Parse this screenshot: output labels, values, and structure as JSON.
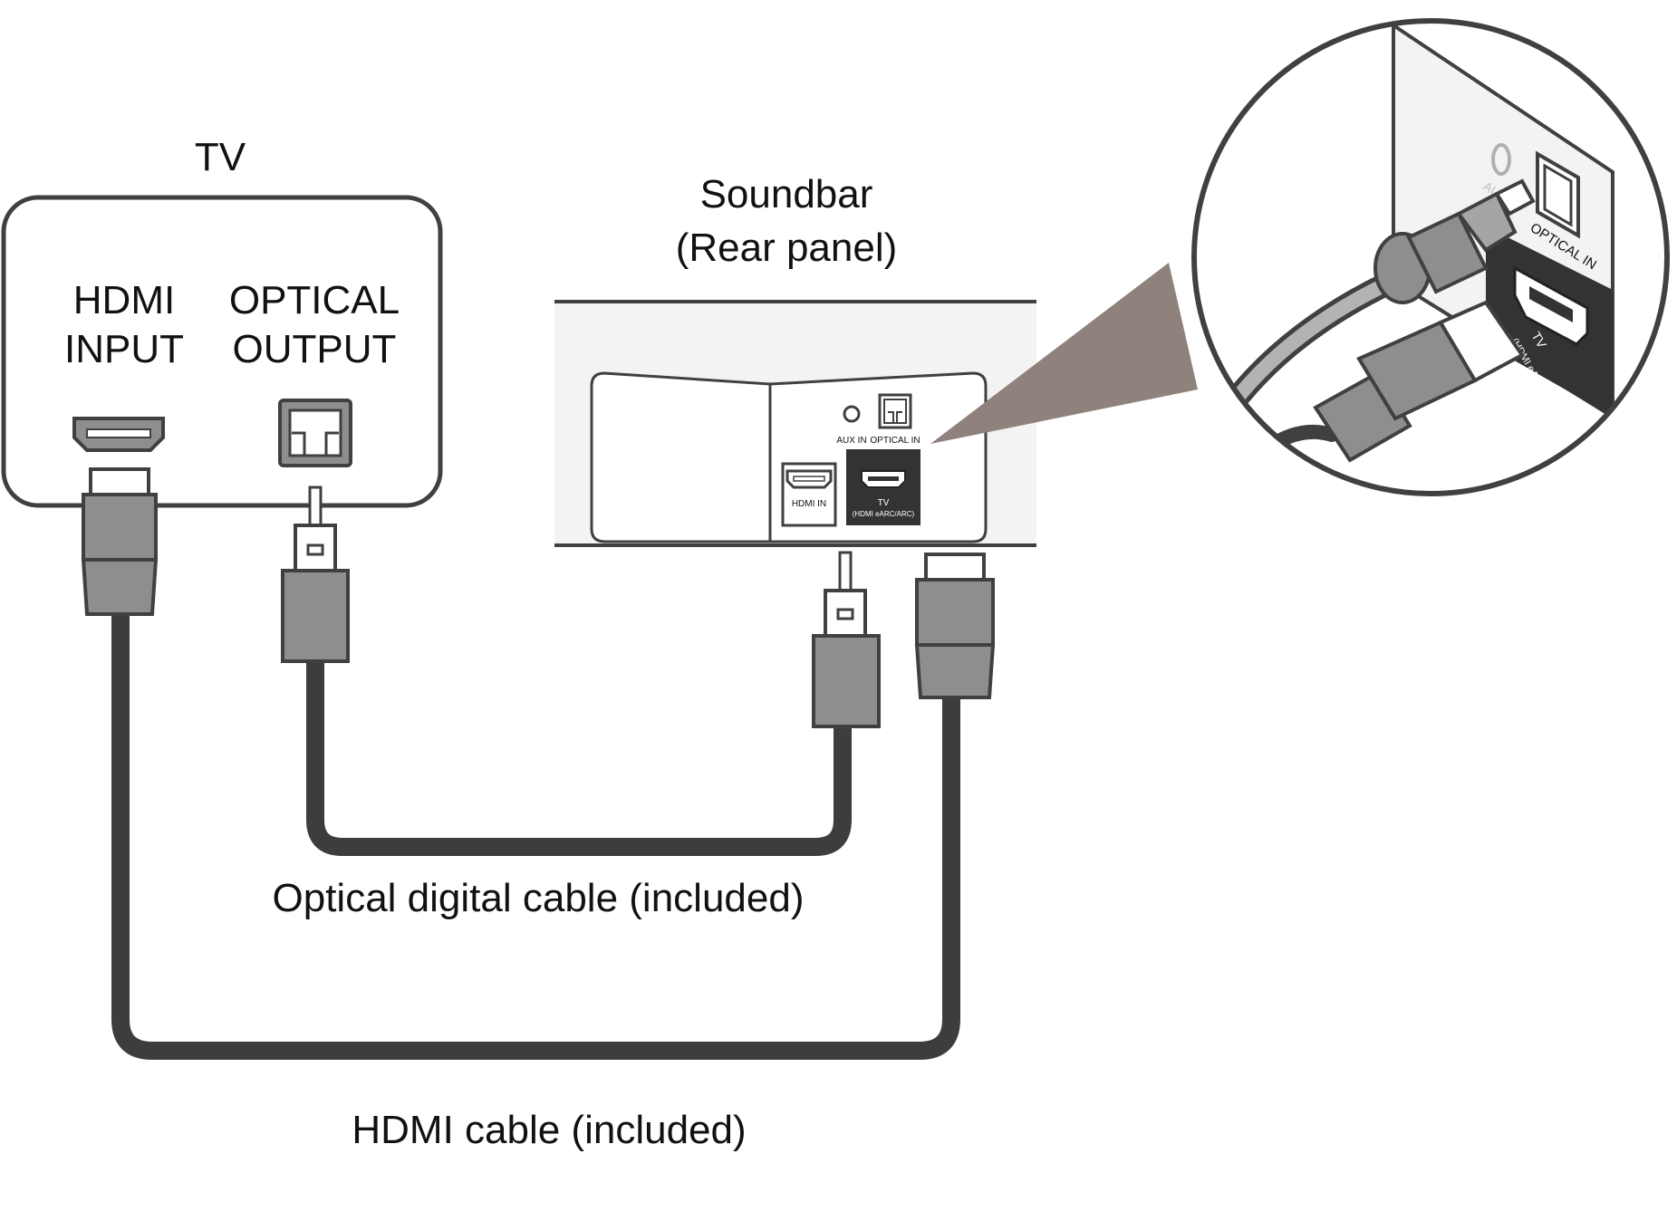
{
  "tv": {
    "title": "TV",
    "hdmi_label_line1": "HDMI",
    "hdmi_label_line2": "INPUT",
    "optical_label_line1": "OPTICAL",
    "optical_label_line2": "OUTPUT"
  },
  "soundbar": {
    "title_line1": "Soundbar",
    "title_line2": "(Rear panel)",
    "aux_in_label": "AUX IN",
    "optical_in_label": "OPTICAL IN",
    "hdmi_in_label": "HDMI IN",
    "tv_label_line1": "TV",
    "tv_label_line2": "(HDMI eARC/ARC)"
  },
  "zoom": {
    "aux_label": "AUX IN",
    "optical_label": "OPTICAL IN",
    "tv_label_line1": "TV",
    "tv_label_line2": "(HDMI eARC/ARC)"
  },
  "cables": {
    "optical_caption": "Optical digital cable (included)",
    "hdmi_caption": "HDMI cable (included)"
  },
  "colors": {
    "outline": "#404040",
    "cable": "#3d3d3d",
    "plug_fill": "#8e8e8e",
    "panel_fill": "#f3f3f3",
    "dark_panel": "#333333",
    "callout_cone": "#8f827d"
  }
}
